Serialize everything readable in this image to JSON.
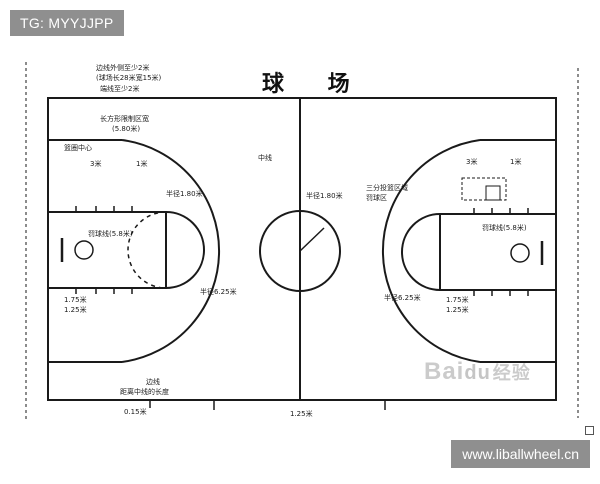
{
  "watermark_tag": "TG: MYYJJPP",
  "title": "球 场",
  "site_url": "www.liballwheel.cn",
  "brand_watermark": {
    "text": "Bai",
    "paw": "du",
    "suffix": "经验"
  },
  "labels": {
    "top_note_1": "边线外侧至少2米",
    "top_note_2": "(球场长28米宽15米)",
    "top_note_3": "端线至少2米",
    "three_pt_note_1": "长方形限制区宽",
    "three_pt_note_2": "(5.80米)",
    "left_side_note": "篮圈中心",
    "left_small_3m": "3米",
    "left_small_1": "1米",
    "left_free_throw": "罚球线(5.8米)",
    "left_circle_r": "半径1.80米",
    "left_bottom_1": "1.75米",
    "left_bottom_2": "1.25米",
    "left_bottom_arc": "半径6.25米",
    "center_line": "中线",
    "center_circle": "半径1.80米",
    "right_note_1": "三分投篮区域",
    "right_note_2": "罚球区",
    "right_small_3m": "3米",
    "right_small_1": "1米",
    "right_free_throw": "罚球线(5.8米)",
    "right_arc": "半径6.25米",
    "right_bottom_1": "1.75米",
    "right_bottom_2": "1.25米",
    "bottom_note_1": "边线",
    "bottom_note_2": "距离中线的长度",
    "bottom_left": "0.15米",
    "bottom_center": "1.25米"
  },
  "colors": {
    "ink": "#1a1a1a",
    "tag_bg": "#8f8f8f"
  }
}
